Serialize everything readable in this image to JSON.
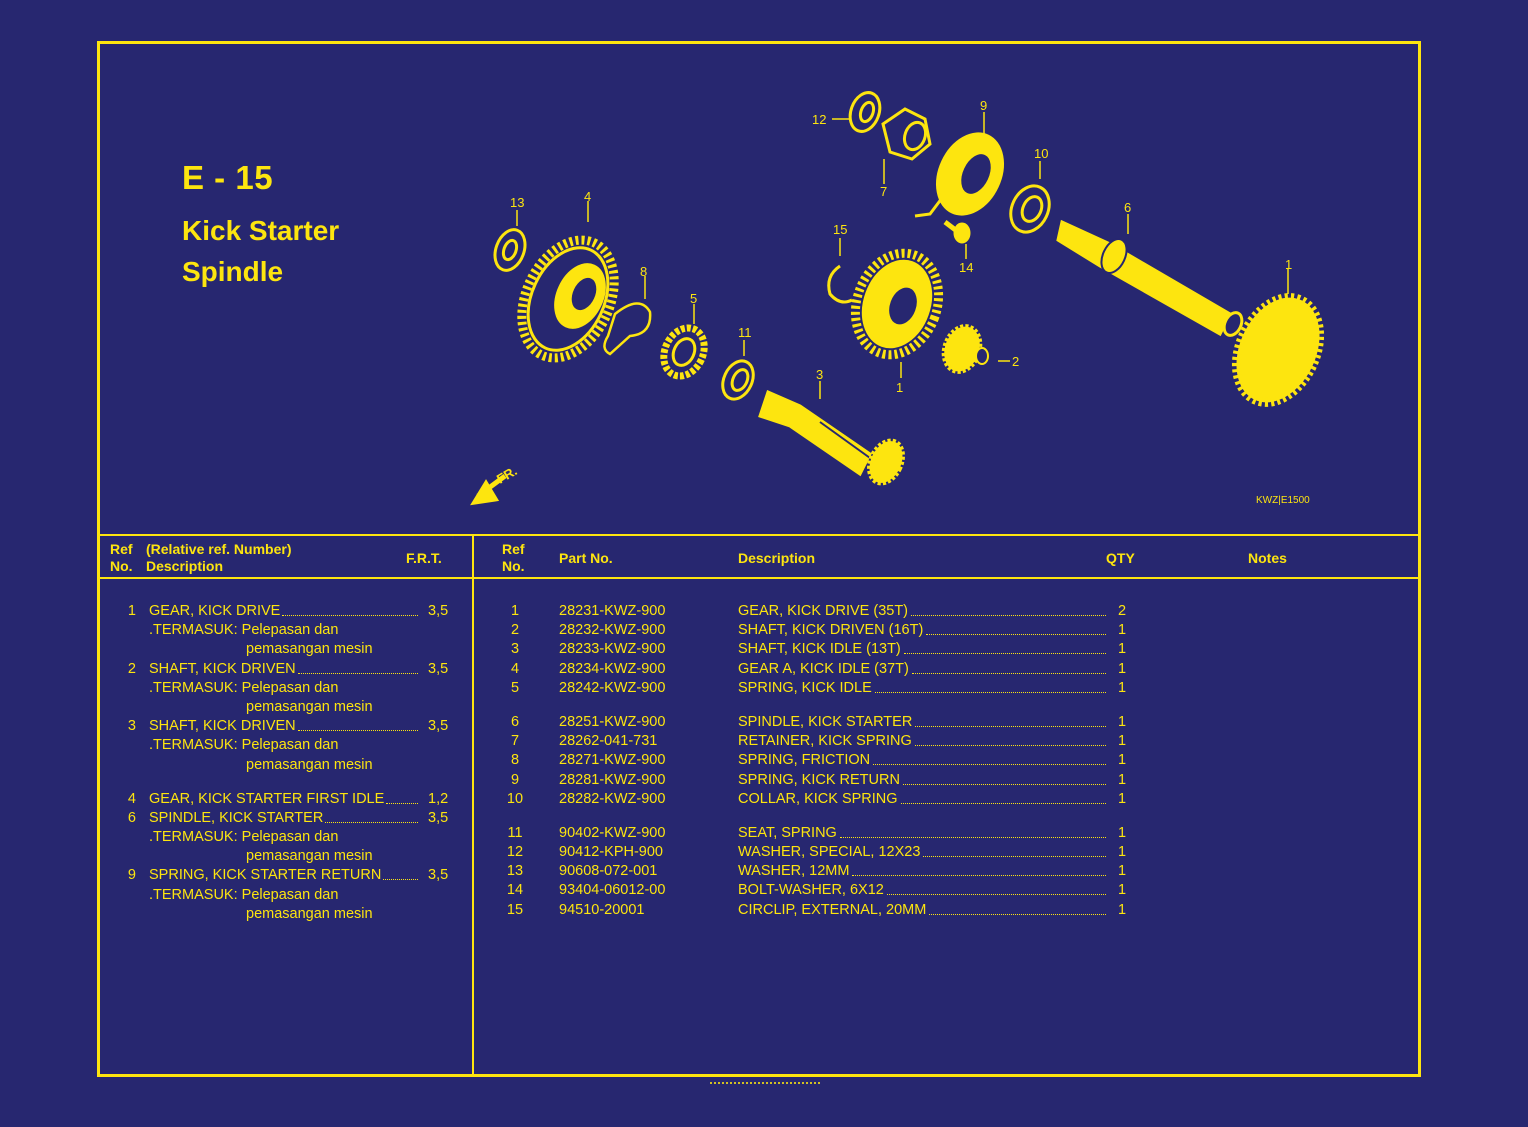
{
  "page": {
    "code": "E - 15",
    "title_line1": "Kick Starter",
    "title_line2": "Spindle",
    "diagram_code": "KWZ|E1500",
    "fr_label": "FR."
  },
  "callouts": [
    "1",
    "2",
    "3",
    "4",
    "5",
    "6",
    "7",
    "8",
    "9",
    "10",
    "11",
    "12",
    "13",
    "14",
    "15",
    "1"
  ],
  "frt_table": {
    "header": {
      "ref": "Ref",
      "no": "No.",
      "rel_ref": "(Relative ref. Number)",
      "description": "Description",
      "frt": "F.R.T."
    },
    "rows": [
      {
        "num": "1",
        "desc": "GEAR, KICK DRIVE",
        "value": "3,5"
      },
      {
        "termasuk": ".TERMASUK: Pelepasan dan"
      },
      {
        "cont": "pemasangan mesin"
      },
      {
        "num": "2",
        "desc": "SHAFT, KICK DRIVEN",
        "value": "3,5"
      },
      {
        "termasuk": ".TERMASUK: Pelepasan dan"
      },
      {
        "cont": "pemasangan mesin"
      },
      {
        "num": "3",
        "desc": "SHAFT, KICK DRIVEN",
        "value": "3,5"
      },
      {
        "termasuk": ".TERMASUK: Pelepasan dan"
      },
      {
        "cont": "pemasangan mesin"
      },
      {
        "gap": true
      },
      {
        "num": "4",
        "desc": "GEAR, KICK STARTER FIRST IDLE",
        "value": "1,2"
      },
      {
        "num": "6",
        "desc": "SPINDLE, KICK STARTER",
        "value": "3,5"
      },
      {
        "termasuk": ".TERMASUK: Pelepasan dan"
      },
      {
        "cont": "pemasangan mesin"
      },
      {
        "num": "9",
        "desc": "SPRING, KICK STARTER RETURN",
        "value": "3,5"
      },
      {
        "termasuk": ".TERMASUK: Pelepasan dan"
      },
      {
        "cont": "pemasangan mesin"
      }
    ]
  },
  "parts_table": {
    "header": {
      "ref": "Ref",
      "no": "No.",
      "part_no": "Part No.",
      "description": "Description",
      "qty": "QTY",
      "notes": "Notes"
    },
    "groups": [
      [
        {
          "ref": "1",
          "part_no": "28231-KWZ-900",
          "description": "GEAR, KICK DRIVE (35T)",
          "qty": "2"
        },
        {
          "ref": "2",
          "part_no": "28232-KWZ-900",
          "description": "SHAFT, KICK DRIVEN (16T)",
          "qty": "1"
        },
        {
          "ref": "3",
          "part_no": "28233-KWZ-900",
          "description": "SHAFT, KICK IDLE (13T)",
          "qty": "1"
        },
        {
          "ref": "4",
          "part_no": "28234-KWZ-900",
          "description": "GEAR A, KICK IDLE (37T)",
          "qty": "1"
        },
        {
          "ref": "5",
          "part_no": "28242-KWZ-900",
          "description": "SPRING, KICK IDLE",
          "qty": "1"
        }
      ],
      [
        {
          "ref": "6",
          "part_no": "28251-KWZ-900",
          "description": "SPINDLE, KICK STARTER",
          "qty": "1"
        },
        {
          "ref": "7",
          "part_no": "28262-041-731",
          "description": "RETAINER, KICK SPRING",
          "qty": "1"
        },
        {
          "ref": "8",
          "part_no": "28271-KWZ-900",
          "description": "SPRING, FRICTION",
          "qty": "1"
        },
        {
          "ref": "9",
          "part_no": "28281-KWZ-900",
          "description": "SPRING, KICK RETURN",
          "qty": "1"
        },
        {
          "ref": "10",
          "part_no": "28282-KWZ-900",
          "description": "COLLAR, KICK SPRING",
          "qty": "1"
        }
      ],
      [
        {
          "ref": "11",
          "part_no": "90402-KWZ-900",
          "description": "SEAT, SPRING",
          "qty": "1"
        },
        {
          "ref": "12",
          "part_no": "90412-KPH-900",
          "description": "WASHER, SPECIAL, 12X23",
          "qty": "1"
        },
        {
          "ref": "13",
          "part_no": "90608-072-001",
          "description": "WASHER, 12MM",
          "qty": "1"
        },
        {
          "ref": "14",
          "part_no": "93404-06012-00",
          "description": "BOLT-WASHER, 6X12",
          "qty": "1"
        },
        {
          "ref": "15",
          "part_no": "94510-20001",
          "description": "CIRCLIP, EXTERNAL, 20MM",
          "qty": "1"
        }
      ]
    ]
  },
  "colors": {
    "background": "#272770",
    "line": "#fde50f",
    "text": "#fde50f"
  }
}
